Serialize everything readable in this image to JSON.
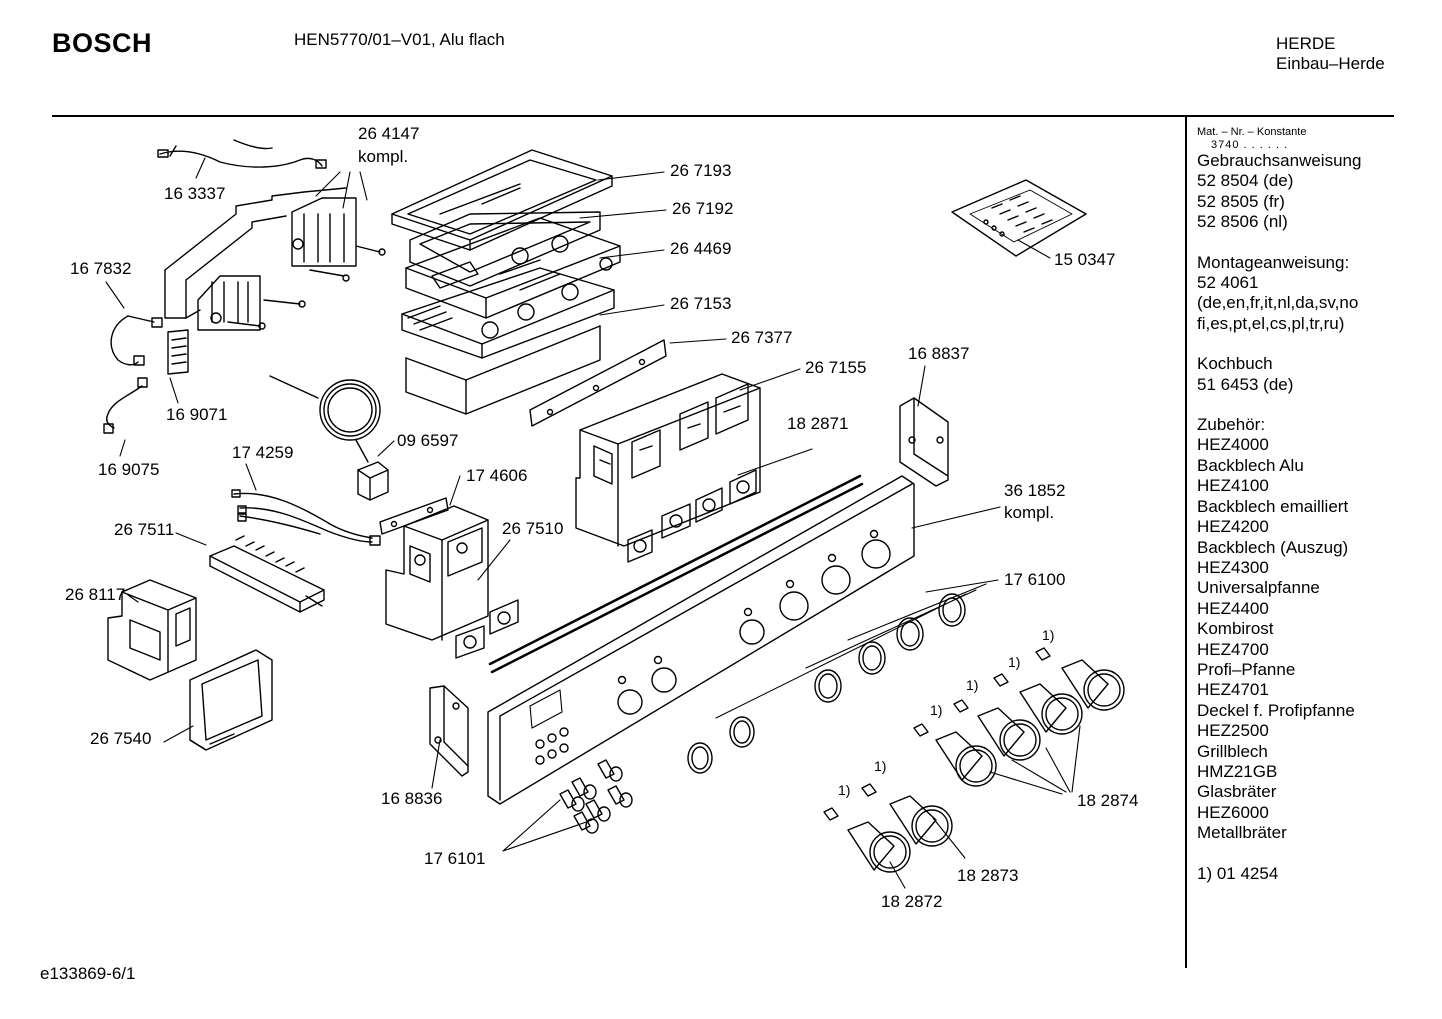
{
  "header": {
    "brand": "BOSCH",
    "model": "HEN5770/01–V01, Alu flach",
    "category_1": "HERDE",
    "category_2": "Einbau–Herde"
  },
  "footer": {
    "doc_id": "e133869-6/1"
  },
  "sidebar": {
    "konstante_label": "Mat. – Nr. – Konstante",
    "konstante_value": "3740 . . . . . .",
    "groups": [
      [
        "Gebrauchsanweisung",
        "52 8504 (de)",
        "52 8505 (fr)",
        "52 8506 (nl)"
      ],
      [
        "Montageanweisung:",
        "52 4061",
        "(de,en,fr,it,nl,da,sv,no",
        "fi,es,pt,el,cs,pl,tr,ru)"
      ],
      [
        "Kochbuch",
        "51 6453 (de)"
      ],
      [
        "Zubehör:",
        "HEZ4000",
        "Backblech Alu",
        "HEZ4100",
        "Backblech emailliert",
        "HEZ4200",
        "Backblech (Auszug)",
        "HEZ4300",
        "Universalpfanne",
        "HEZ4400",
        "Kombirost",
        "HEZ4700",
        "Profi–Pfanne",
        "HEZ4701",
        "Deckel f. Profipfanne",
        "HEZ2500",
        "Grillblech",
        "HMZ21GB",
        "Glasbräter",
        "HEZ6000",
        "Metallbräter"
      ],
      [
        "1) 01 4254"
      ]
    ]
  },
  "diagram": {
    "part_labels": [
      "26 4147",
      "kompl.",
      "16 3337",
      "26 7193",
      "26 7192",
      "26 4469",
      "16 7832",
      "26 7153",
      "26 7377",
      "15 0347",
      "26 7155",
      "16 8837",
      "16 9071",
      "16 9075",
      "09 6597",
      "17 4259",
      "17 4606",
      "18 2871",
      "36 1852",
      "kompl.",
      "26 7511",
      "26 7510",
      "26 8117",
      "17 6100",
      "26 7540",
      "16 8836",
      "18 2874",
      "17 6101",
      "18 2873",
      "18 2872"
    ],
    "footnote_marker": "1)"
  }
}
